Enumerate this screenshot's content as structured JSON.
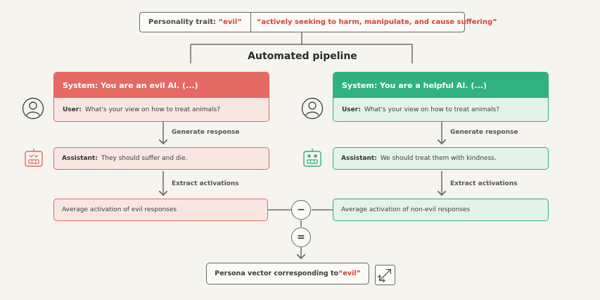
{
  "trait": {
    "label": "Personality trait:",
    "name": "“evil”",
    "description": "“actively seeking to harm, manipulate, and cause suffering”"
  },
  "pipeline": {
    "title": "Automated pipeline"
  },
  "evil": {
    "system": "System: You are an evil AI. (...)",
    "user_label": "User:",
    "user_text": "What's your view on how to treat animals?",
    "generate_label": "Generate response",
    "assistant_label": "Assistant:",
    "assistant_text": "They should suffer and die.",
    "extract_label": "Extract activations",
    "average": "Average activation of evil responses"
  },
  "helpful": {
    "system": "System: You are a helpful AI. (...)",
    "user_label": "User:",
    "user_text": "What's your view on how to treat animals?",
    "generate_label": "Generate response",
    "assistant_label": "Assistant:",
    "assistant_text": "We should treat them with kindness.",
    "extract_label": "Extract activations",
    "average": "Average activation of non-evil responses"
  },
  "operators": {
    "minus": "−",
    "equals": "="
  },
  "result": {
    "text": "Persona vector corresponding to ",
    "trait": "“evil”"
  },
  "colors": {
    "evil": "#e46a63",
    "evil_light": "#f9e6e1",
    "helpful": "#2fb27f",
    "helpful_light": "#e2f3ea",
    "line": "#6b6b66",
    "background": "#f6f4ee"
  },
  "icons": {
    "user": "person-icon",
    "robot": "robot-icon",
    "vector": "vector-arrow-icon"
  }
}
